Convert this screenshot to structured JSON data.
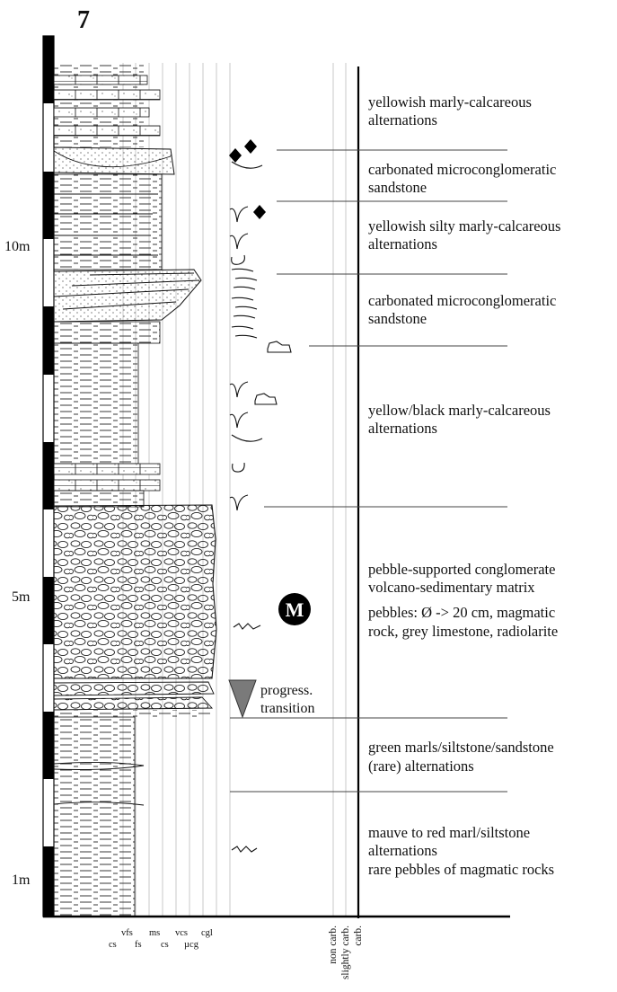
{
  "figure_number": "7",
  "depth_scale": [
    "10m",
    "5m",
    "1m"
  ],
  "grain_size_axis": {
    "upper_row": [
      "vfs",
      "ms",
      "vcs",
      "cgl"
    ],
    "lower_row": [
      "cs",
      "fs",
      "cs",
      "µcg"
    ]
  },
  "carbonate_axis": [
    "non carb.",
    "slightly carb.",
    "carb."
  ],
  "units": [
    {
      "lines": [
        "yellowish marly-calcareous",
        "alternations"
      ]
    },
    {
      "lines": [
        "carbonated microconglomeratic",
        "sandstone"
      ]
    },
    {
      "lines": [
        "yellowish silty marly-calcareous",
        "alternations"
      ]
    },
    {
      "lines": [
        "carbonated microconglomeratic",
        "sandstone"
      ]
    },
    {
      "lines": [
        "yellow/black marly-calcareous",
        "alternations"
      ]
    },
    {
      "lines": [
        "pebble-supported conglomerate",
        "volcano-sedimentary matrix"
      ]
    },
    {
      "lines": [
        "pebbles: Ø -> 20 cm, magmatic",
        "rock, grey limestone, radiolarite"
      ]
    },
    {
      "lines": [
        "green marls/siltstone/sandstone",
        "(rare) alternations"
      ]
    },
    {
      "lines": [
        "mauve to red marl/siltstone",
        "alternations",
        "rare pebbles of magmatic rocks"
      ]
    }
  ],
  "transition_note": [
    "progress.",
    "transition"
  ],
  "symbols": {
    "matrix_marker": "M",
    "marker_color": "#000000",
    "triangle_color": "#7a7a7a"
  }
}
